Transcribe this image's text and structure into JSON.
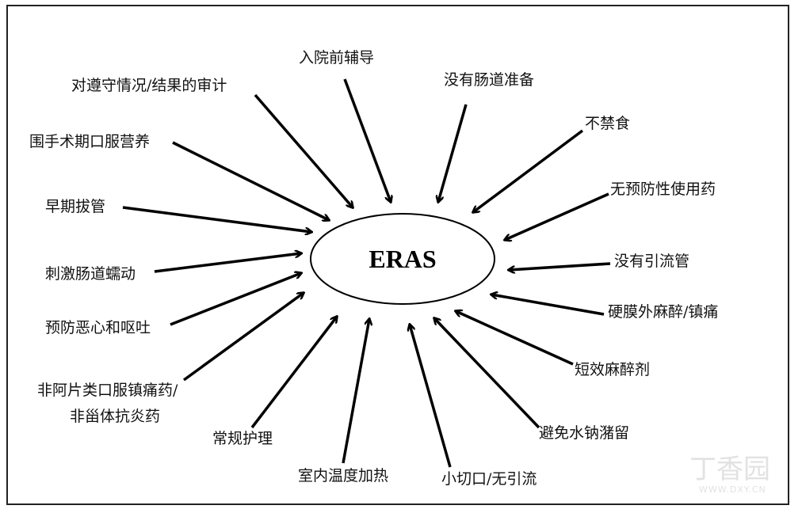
{
  "center": "ERAS",
  "labels": {
    "preadmission": "入院前辅导",
    "audit": "对遵守情况/结果的审计",
    "no_bowel_prep": "没有肠道准备",
    "nutrition": "围手术期口服营养",
    "no_fasting": "不禁食",
    "no_premed": "无预防性使用药",
    "early_extubation": "早期拔管",
    "no_drain": "没有引流管",
    "gut_motility": "刺激肠道蠕动",
    "epidural": "硬膜外麻醉/镇痛",
    "ponv": "预防恶心和呕吐",
    "short_anesthetic": "短效麻醉剂",
    "analgesia_line1": "非阿片类口服镇痛药/",
    "analgesia_line2": "非甾体抗炎药",
    "routine_care": "常规护理",
    "avoid_fluid": "避免水钠潴留",
    "warming": "室内温度加热",
    "small_incision": "小切口/无引流"
  },
  "watermark": {
    "name": "丁香园",
    "url": "WWW.DXY.CN"
  }
}
